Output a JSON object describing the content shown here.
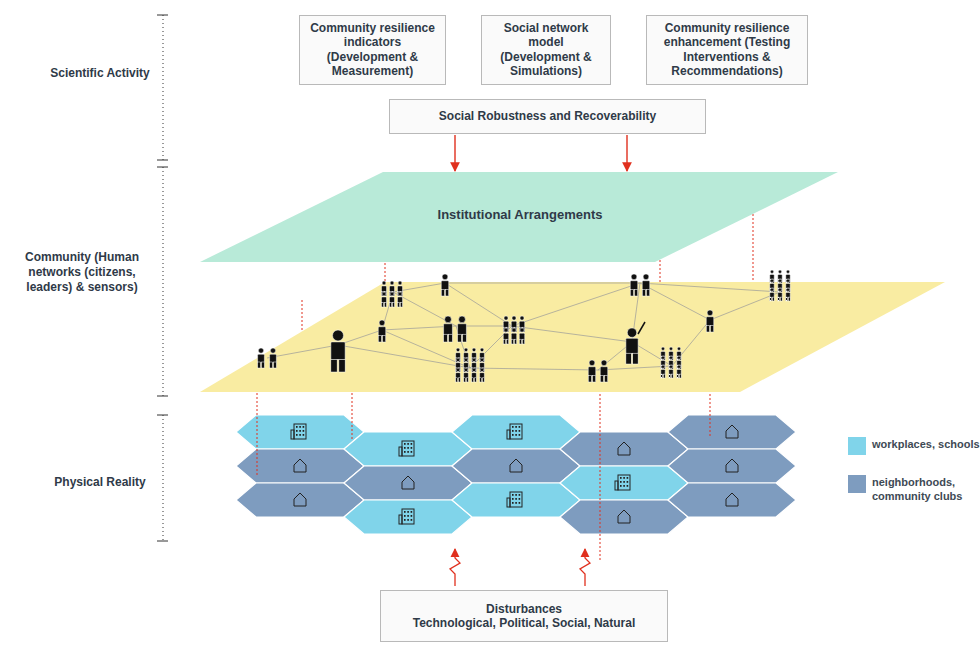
{
  "diagram": {
    "nodes": [
      {
        "text": [
          "Community resilience indicators (Development & Measurement)"
        ]
      },
      {
        "text": [
          "Social network model (Development & Simulations)"
        ]
      },
      {
        "text": [
          "Community resilience enhancement (Testing Interventions & Recommendations)"
        ]
      },
      {
        "text": [
          "Social Robustness and Recoverability"
        ]
      },
      {
        "text": [
          "Institutional Arrangements"
        ]
      },
      {
        "text": [
          "Disturbances",
          "Technological, Political, Social, Natural"
        ]
      }
    ],
    "edges": [
      {
        "from": 3,
        "to": 4,
        "arrow": "to"
      },
      {
        "from": 3,
        "to": 4,
        "arrow": "to"
      }
    ],
    "labels": [
      "Scientific Activity",
      "Community (Human networks (citizens, leaders) & sensors)",
      "Physical Reality"
    ],
    "legend": [
      {
        "text": "workplaces, schools",
        "color": "#80d4ea"
      },
      {
        "text": "neighborhoods, community clubs",
        "color": "#7e9cbf"
      }
    ]
  }
}
